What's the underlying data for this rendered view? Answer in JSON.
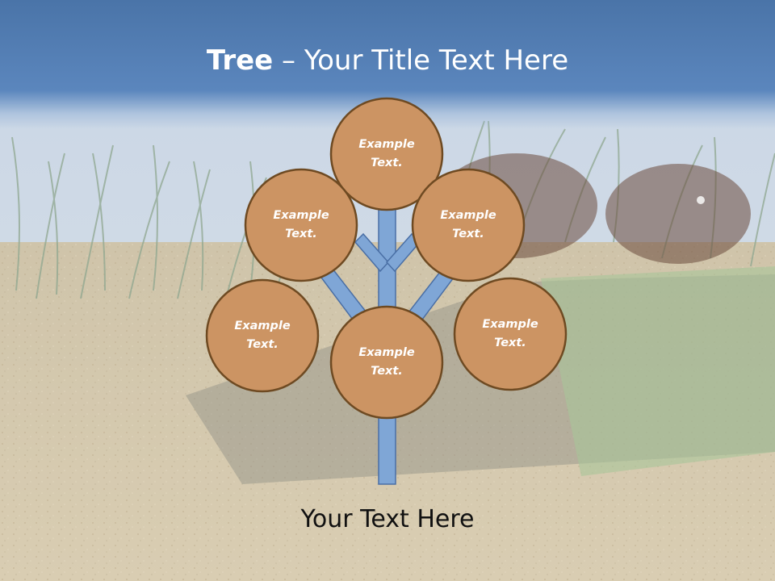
{
  "slide": {
    "title_bold": "Tree",
    "title_dash": " – ",
    "title_rest": "Your Title Text Here",
    "caption": "Your Text Here"
  },
  "tree": {
    "nodes": [
      {
        "id": "top",
        "line1": "Example",
        "line2": "Text."
      },
      {
        "id": "upper-left",
        "line1": "Example",
        "line2": "Text."
      },
      {
        "id": "upper-right",
        "line1": "Example",
        "line2": "Text."
      },
      {
        "id": "left",
        "line1": "Example",
        "line2": "Text."
      },
      {
        "id": "center",
        "line1": "Example",
        "line2": "Text."
      },
      {
        "id": "right",
        "line1": "Example",
        "line2": "Text."
      }
    ]
  },
  "colors": {
    "node_fill": "#cc9463",
    "node_stroke": "#6e4a22",
    "branch_fill": "#7fa6d6",
    "branch_stroke": "#4a6fa5",
    "title_bar": "#4f7bb3"
  }
}
